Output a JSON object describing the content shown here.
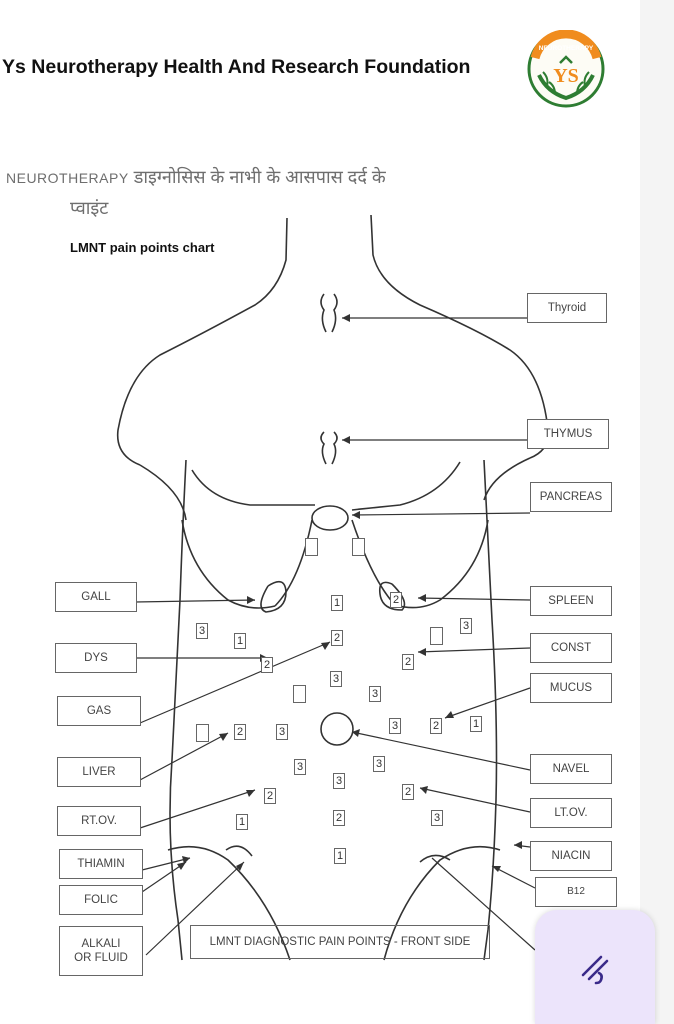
{
  "header": {
    "title": "Ys Neurotherapy Health And Research Foundation",
    "logo_text": "NEUROTHERAPY",
    "logo_letters": "YS"
  },
  "diagram": {
    "title_latin": "NEUROTHERAPY",
    "title_hindi_1": "डाइग्नोसिस के नाभी के आसपास दर्द के",
    "title_hindi_2": "प्वाइंट",
    "subtitle": "LMNT pain points chart",
    "caption": "LMNT DIAGNOSTIC PAIN POINTS - FRONT SIDE"
  },
  "labels_left": [
    "GALL",
    "DYS",
    "GAS",
    "LIVER",
    "RT.OV.",
    "THIAMIN",
    "FOLIC",
    "ALKALI",
    "OR FLUID"
  ],
  "labels_right": [
    "Thyroid",
    "THYMUS",
    "PANCREAS",
    "SPLEEN",
    "CONST",
    "MUCUS",
    "NAVEL",
    "LT.OV.",
    "NIACIN",
    "B12"
  ],
  "points": [
    "1",
    "2",
    "3"
  ],
  "accent_colors": {
    "logo_green": "#2e7d32",
    "logo_orange": "#f08c1e",
    "fab_bg": "#ece4fb",
    "fab_icon": "#3a2a8a"
  },
  "icons": {
    "fab": "edit-pen-icon"
  }
}
